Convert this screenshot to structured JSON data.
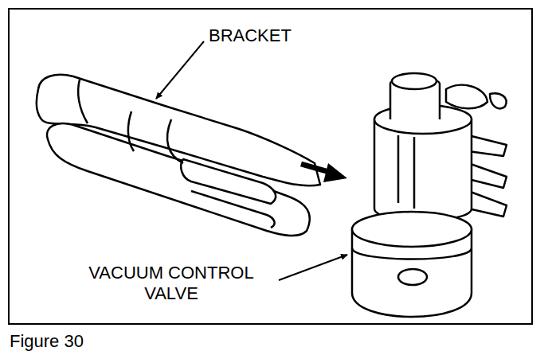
{
  "diagram": {
    "caption": "Figure 30",
    "labels": [
      "BRACKET",
      "VACUUM CONTROL VALVE"
    ]
  }
}
